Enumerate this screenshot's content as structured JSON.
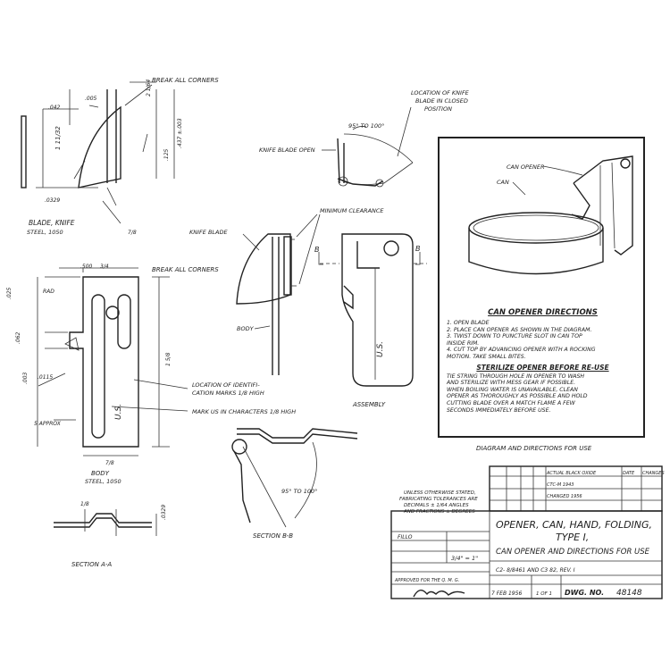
{
  "labels": {
    "break_corners_top": "BREAK ALL CORNERS",
    "break_corners_body": "BREAK ALL CORNERS",
    "blade_knife": "BLADE, KNIFE",
    "blade_material": "STEEL, 1050",
    "knife_location": [
      "LOCATION OF KNIFE",
      "BLADE IN CLOSED",
      "POSITION"
    ],
    "knife_blade_open": "KNIFE BLADE OPEN",
    "angle_top": "95° TO 100°",
    "minimum_clearance": "MINIMUM CLEARANCE",
    "knife_blade": "KNIFE BLADE",
    "body_label": "BODY",
    "assembly": "ASSEMBLY",
    "body_part": "BODY",
    "body_material": "STEEL, 1050",
    "ident_location": [
      "LOCATION OF IDENTIFI-",
      "CATION MARKS 1/8 HIGH"
    ],
    "mark_us": "MARK US IN CHARACTERS 1/8 HIGH",
    "us_mark": "U.S.",
    "section_aa": "SECTION A-A",
    "section_bb": "SECTION B-B",
    "angle_bb": "95° TO 100°",
    "approx": "5 APPROX",
    "can_opener": "CAN OPENER",
    "can": "CAN",
    "section_letter_b": "B"
  },
  "panel": {
    "caption": "DIAGRAM AND DIRECTIONS FOR USE",
    "directions_title": "CAN OPENER DIRECTIONS",
    "steps": [
      "1. OPEN BLADE",
      "2. PLACE CAN OPENER AS SHOWN IN THE DIAGRAM.",
      "3. TWIST DOWN TO PUNCTURE SLOT IN CAN TOP",
      "   INSIDE RIM.",
      "4. CUT TOP BY ADVANCING OPENER WITH A ROCKING",
      "   MOTION. TAKE SMALL BITES."
    ],
    "sterilize_title": "STERILIZE OPENER BEFORE RE-USE",
    "sterilize_text": [
      "TIE STRING THROUGH HOLE IN OPENER TO WASH",
      "AND STERILIZE WITH MESS GEAR IF POSSIBLE.",
      "WHEN BOILING WATER IS UNAVAILABLE, CLEAN",
      "OPENER AS THOROUGHLY AS POSSIBLE AND HOLD",
      "CUTTING BLADE OVER A MATCH FLAME A FEW",
      "SECONDS IMMEDIATELY BEFORE USE."
    ]
  },
  "title_block": {
    "title_line1": "OPENER, CAN, HAND, FOLDING,",
    "title_line2": "TYPE I,",
    "subtitle": "CAN OPENER AND DIRECTIONS FOR USE",
    "unless": [
      "UNLESS OTHERWISE STATED,",
      "FABRICATING TOLERANCES ARE",
      "DECIMALS ± 1/64 ANGLES",
      "AND FRACTIONS ± DEGREES"
    ],
    "rev_notes": [
      "ACTUAL BLACK OXIDE",
      "CTC-M 1943",
      "CHANGED 1956"
    ],
    "changes_label": "CHANGES",
    "date_label": "DATE",
    "dwg_no_label": "DWG. NO.",
    "dwg_no": "48148",
    "date_value": "7 FEB 1956",
    "sheet": "1 OF 1",
    "code": "C2- 8/8461 AND C3 82, REV. I",
    "scale": "3/4\" = 1\"",
    "drawn": "FILLO",
    "approved_for": "APPROVED FOR THE Q. M. G."
  }
}
